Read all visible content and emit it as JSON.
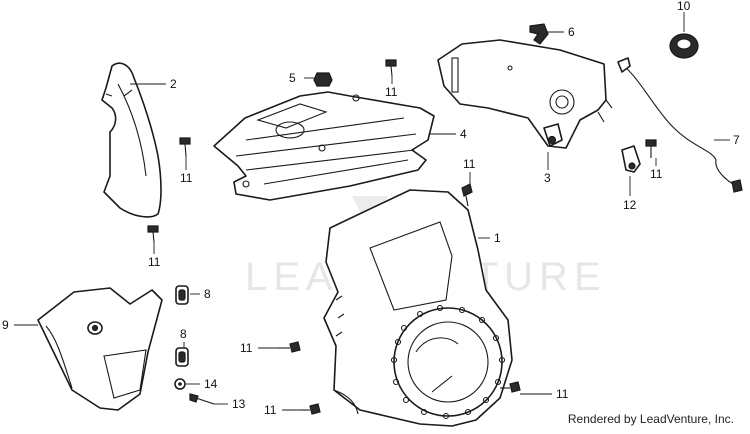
{
  "watermark": {
    "text": "LEADVENTURE"
  },
  "credit": "Rendered by LeadVenture, Inc.",
  "callouts": [
    "1",
    "2",
    "3",
    "4",
    "5",
    "6",
    "7",
    "8",
    "8",
    "9",
    "10",
    "11",
    "11",
    "11",
    "11",
    "11",
    "11",
    "11",
    "11",
    "12",
    "13",
    "14"
  ]
}
